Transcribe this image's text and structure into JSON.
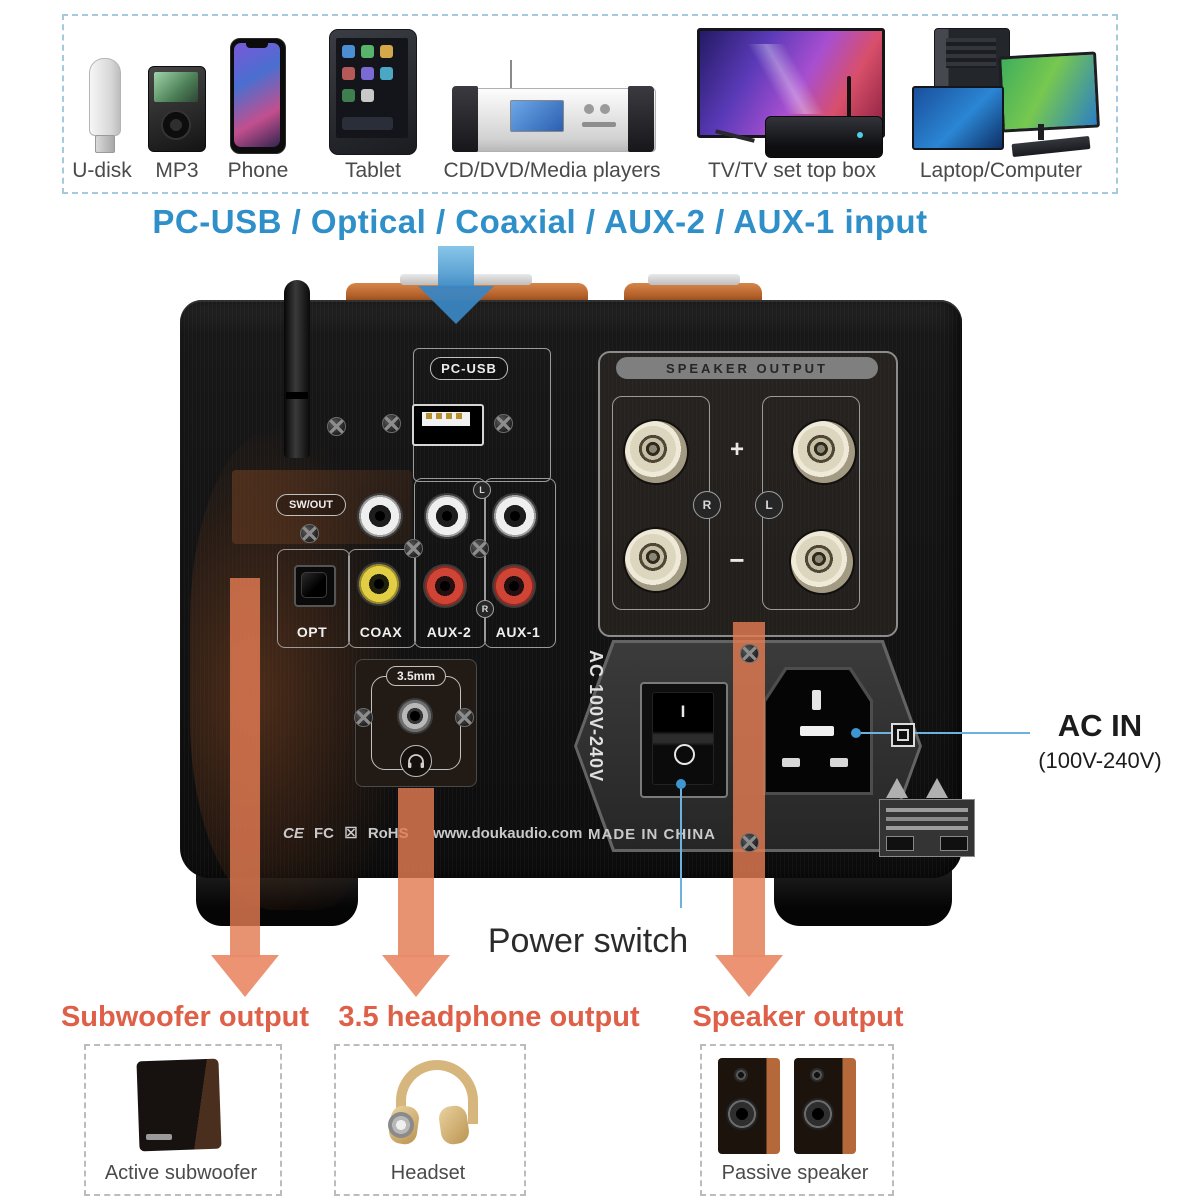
{
  "top_strip": {
    "devices": [
      {
        "label": "U-disk"
      },
      {
        "label": "MP3"
      },
      {
        "label": "Phone"
      },
      {
        "label": "Tablet"
      },
      {
        "label": "CD/DVD/Media players"
      },
      {
        "label": "TV/TV set top box"
      },
      {
        "label": "Laptop/Computer"
      }
    ]
  },
  "heading": {
    "input_line": "PC-USB / Optical / Coaxial / AUX-2 / AUX-1 input"
  },
  "rear_panel": {
    "pc_usb_label": "PC-USB",
    "sw_out_label": "SW/OUT",
    "opt_label": "OPT",
    "coax_label": "COAX",
    "aux2_label": "AUX-2",
    "aux1_label": "AUX-1",
    "left_marker": "L",
    "right_marker": "R",
    "speaker_output_label": "SPEAKER OUTPUT",
    "plus": "+",
    "minus": "−",
    "speaker_right": "R",
    "speaker_left": "L",
    "headphone_jack_label": "3.5mm",
    "ac_rating": "AC 100V-240V",
    "switch_on": "I",
    "cert_ce": "CE",
    "cert_fc": "FC",
    "cert_weee": "☒",
    "cert_rohs": "RoHS",
    "website": "www.doukaudio.com",
    "made_in": "MADE IN CHINA"
  },
  "callouts": {
    "ac_in_title": "AC IN",
    "ac_in_subtitle": "(100V-240V)",
    "power_switch": "Power switch",
    "subwoofer_output": "Subwoofer output",
    "headphone_output": "3.5 headphone output",
    "speaker_output": "Speaker output"
  },
  "bottom_strip": {
    "devices": [
      {
        "label": "Active subwoofer"
      },
      {
        "label": "Headset"
      },
      {
        "label": "Passive speaker"
      }
    ]
  },
  "colors": {
    "heading_blue": "#2e8fc9",
    "callout_orange": "#df6049",
    "arrow_salmon": "#e87a52",
    "line_blue": "#6cb2dd"
  }
}
